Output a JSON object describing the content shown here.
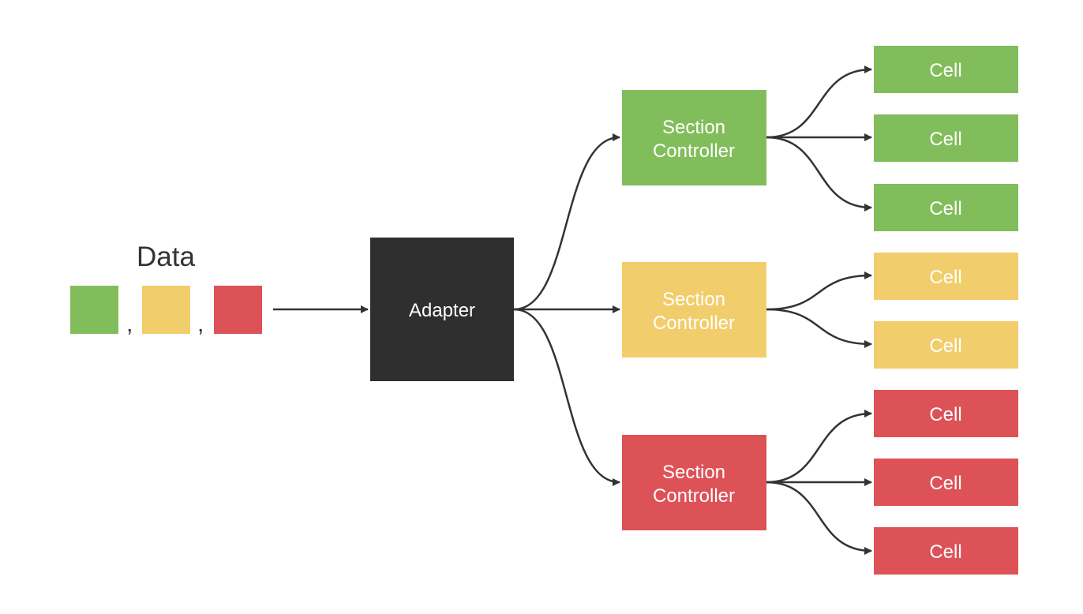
{
  "colors": {
    "green": "#82bd5c",
    "yellow": "#f2cd6b",
    "red": "#dd5257",
    "adapter": "#2f2f2f",
    "edge": "#333333"
  },
  "data_group": {
    "title": "Data",
    "separators": [
      ",",
      ","
    ],
    "items": [
      "green",
      "yellow",
      "red"
    ]
  },
  "adapter": {
    "label": "Adapter"
  },
  "section_controllers": [
    {
      "line1": "Section",
      "line2": "Controller",
      "color": "green",
      "cells": [
        "Cell",
        "Cell",
        "Cell"
      ]
    },
    {
      "line1": "Section",
      "line2": "Controller",
      "color": "yellow",
      "cells": [
        "Cell",
        "Cell"
      ]
    },
    {
      "line1": "Section",
      "line2": "Controller",
      "color": "red",
      "cells": [
        "Cell",
        "Cell",
        "Cell"
      ]
    }
  ]
}
